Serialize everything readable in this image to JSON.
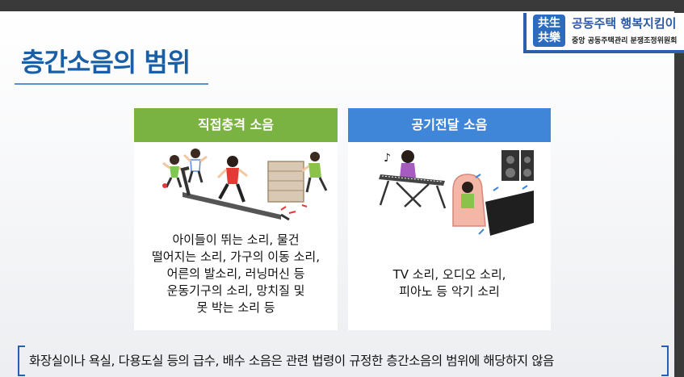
{
  "slide": {
    "title": "층간소음의 범위",
    "logo": {
      "badge_line1": "共生",
      "badge_line2": "共樂",
      "brand": "공동주택 행복지킴이",
      "org": "중앙 공동주택관리 분쟁조정위원회"
    },
    "panels": {
      "left": {
        "header": "직접충격 소음",
        "lines": [
          "아이들이 뛰는 소리, 물건",
          "떨어지는 소리, 가구의 이동 소리,",
          "어른의 발소리, 러닝머신 등",
          "운동기구의 소리, 망치질 및",
          "못 박는 소리 등"
        ]
      },
      "right": {
        "header": "공기전달 소음",
        "lines": [
          "TV 소리, 오디오 소리,",
          "피아노 등 악기 소리"
        ]
      }
    },
    "footnote": "화장실이나 욕실, 다용도실 등의 급수, 배수 소음은 관련 법령이 규정한 층간소음의 범위에 해당하지 않음"
  },
  "colors": {
    "title": "#1a5fa6",
    "green_header": "#7bb342",
    "blue_header": "#3f86d8"
  },
  "icons": [
    "children-running-illustration",
    "treadmill-illustration",
    "furniture-moving-illustration",
    "piano-player-illustration",
    "speaker-icon",
    "tv-viewer-illustration"
  ]
}
